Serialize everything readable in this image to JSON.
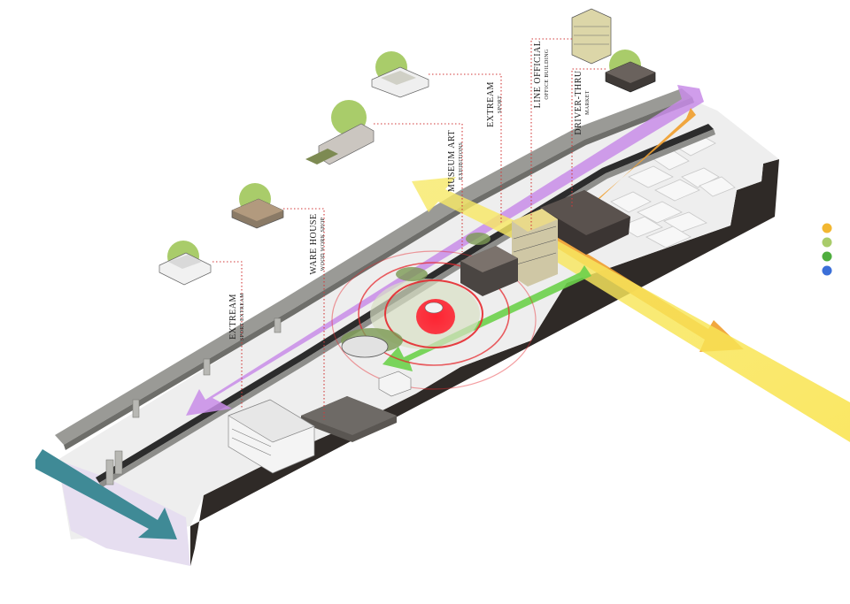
{
  "labels": [
    {
      "id": "extream-1",
      "title": "EXTREAM",
      "subtitle": "SPORT EXTREAM"
    },
    {
      "id": "ware-house",
      "title": "WARE HOUSE",
      "subtitle": "WOOD WORK SHOP"
    },
    {
      "id": "museum-art",
      "title": "MUSEUM ART",
      "subtitle": "EXHIBITIONS"
    },
    {
      "id": "extream-2",
      "title": "EXTREAM",
      "subtitle": "SPORT"
    },
    {
      "id": "line-official",
      "title": "LINE OFFICIAL",
      "subtitle": "OFFICE BUILDING"
    },
    {
      "id": "driver-thru",
      "title": "DRIVER-THRU",
      "subtitle": "MARKET"
    }
  ],
  "legend": {
    "colors": [
      "#f2b731",
      "#a9cc6a",
      "#4fae3f",
      "#3b6fd8"
    ]
  },
  "flows": {
    "yellow": "#f7e35a",
    "orange": "#f0a030",
    "purple": "#c88ce8",
    "green": "#6bd04a",
    "teal": "#3f8a96",
    "red": "#e6282e"
  }
}
